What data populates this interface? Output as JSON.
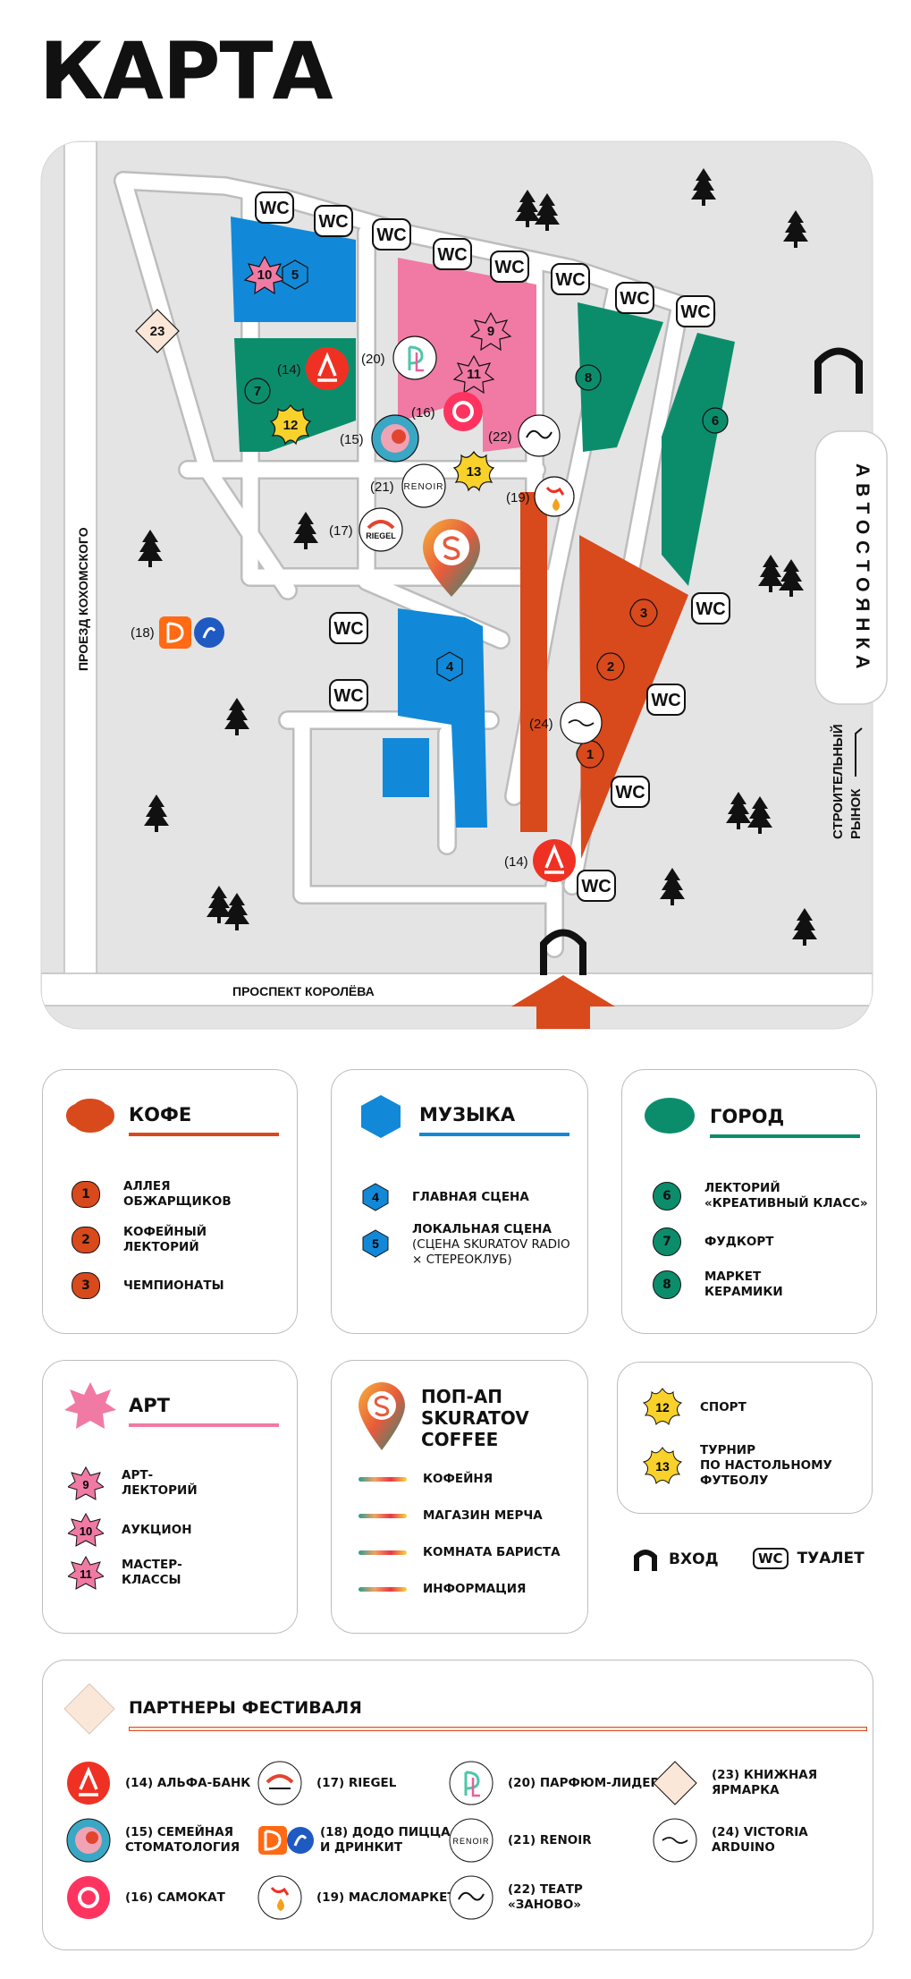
{
  "title": "КАРТА",
  "map": {
    "street_left": "ПРОЕЗД КОХОМСКОГО",
    "street_bottom": "ПРОСПЕКТ КОРОЛЁВА",
    "parking": "АВТОСТОЯНКА",
    "market": "СТРОИТЕЛЬНЫЙ\nРЫНОК",
    "wc": "WC",
    "markers": {
      "n1": "1",
      "n2": "2",
      "n3": "3",
      "n4": "4",
      "n5": "5",
      "n6": "6",
      "n7": "7",
      "n8": "8",
      "n9": "9",
      "n10": "10",
      "n11": "11",
      "n12": "12",
      "n13": "13",
      "n23": "23"
    },
    "partner_refs": {
      "p14a": "(14)",
      "p14b": "(14)",
      "p15": "(15)",
      "p16": "(16)",
      "p17": "(17)",
      "p18": "(18)",
      "p19": "(19)",
      "p20": "(20)",
      "p21": "(21)",
      "p22": "(22)",
      "p24": "(24)"
    },
    "logo_riegel": "RIEGEL",
    "logo_renoir": "RENOIR"
  },
  "colors": {
    "coffee": "#d8491c",
    "music": "#1189d8",
    "city": "#0b8d6c",
    "art": "#f07aa3",
    "sport": "#f8d12a",
    "ground": "#e4e4e4"
  },
  "legend": {
    "coffee": {
      "title": "КОФЕ",
      "items": [
        {
          "n": "1",
          "label": "АЛЛЕЯ\nОБЖАРЩИКОВ"
        },
        {
          "n": "2",
          "label": "КОФЕЙНЫЙ\nЛЕКТОРИЙ"
        },
        {
          "n": "3",
          "label": "ЧЕМПИОНАТЫ"
        }
      ]
    },
    "music": {
      "title": "МУЗЫКА",
      "items": [
        {
          "n": "4",
          "label": "ГЛАВНАЯ СЦЕНА",
          "sub": ""
        },
        {
          "n": "5",
          "label": "ЛОКАЛЬНАЯ СЦЕНА",
          "sub": "(СЦЕНА SKURATOV RADIO\n× СТЕРЕОКЛУБ)"
        }
      ]
    },
    "city": {
      "title": "ГОРОД",
      "items": [
        {
          "n": "6",
          "label": "ЛЕКТОРИЙ\n«КРЕАТИВНЫЙ КЛАСС»"
        },
        {
          "n": "7",
          "label": "ФУДКОРТ"
        },
        {
          "n": "8",
          "label": "МАРКЕТ\nКЕРАМИКИ"
        }
      ]
    },
    "art": {
      "title": "АРТ",
      "items": [
        {
          "n": "9",
          "label": "АРТ-\nЛЕКТОРИЙ"
        },
        {
          "n": "10",
          "label": "АУКЦИОН"
        },
        {
          "n": "11",
          "label": "МАСТЕР-\nКЛАССЫ"
        }
      ]
    },
    "popup": {
      "title": "ПОП-АП\nSKURATOV\nCOFFEE",
      "items": [
        "КОФЕЙНЯ",
        "МАГАЗИН МЕРЧА",
        "КОМНАТА БАРИСТА",
        "ИНФОРМАЦИЯ"
      ]
    },
    "sport": {
      "items": [
        {
          "n": "12",
          "label": "СПОРТ"
        },
        {
          "n": "13",
          "label": "ТУРНИР\nПО НАСТОЛЬНОМУ\nФУТБОЛУ"
        }
      ]
    },
    "entrance": "ВХОД",
    "toilet": "ТУАЛЕТ",
    "wc": "WC"
  },
  "partners": {
    "title": "ПАРТНЕРЫ ФЕСТИВАЛЯ",
    "items": [
      {
        "label": "(14) АЛЬФА-БАНК"
      },
      {
        "label": "(15) СЕМЕЙНАЯ\nСТОМАТОЛОГИЯ"
      },
      {
        "label": "(16) САМОКАТ"
      },
      {
        "label": "(17) RIEGEL"
      },
      {
        "label": "(18) ДОДО ПИЦЦА\nИ ДРИНКИТ"
      },
      {
        "label": "(19) МАСЛОМАРКЕТ"
      },
      {
        "label": "(20) ПАРФЮМ-ЛИДЕР"
      },
      {
        "label": "(21) RENOIR"
      },
      {
        "label": "(22) ТЕАТР\n«ЗАНОВО»"
      },
      {
        "label": "(23) КНИЖНАЯ\nЯРМАРКА"
      },
      {
        "label": "(24) VICTORIA\nARDUINO"
      }
    ]
  }
}
